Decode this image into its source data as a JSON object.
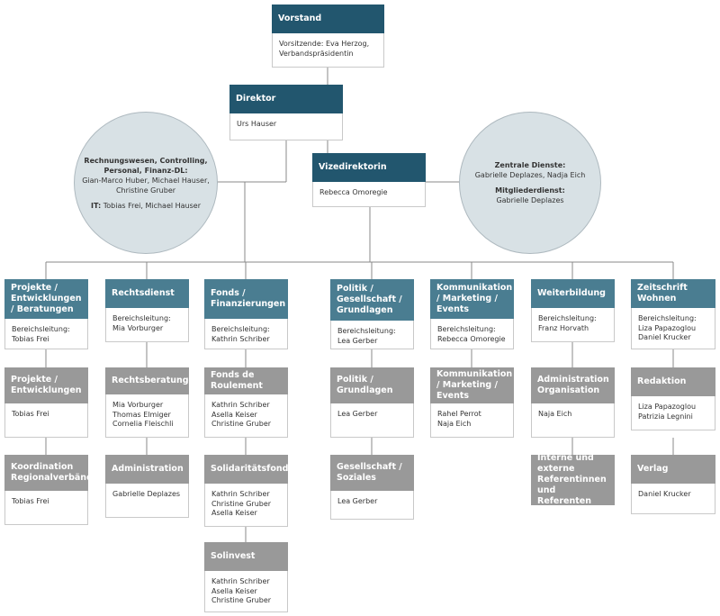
{
  "vorstand": {
    "title": "Vorstand",
    "lines": [
      "Vorsitzende: Eva Herzog,",
      "Verbandspräsidentin"
    ]
  },
  "direktor": {
    "title": "Direktor",
    "lines": [
      "Urs Hauser"
    ]
  },
  "vizedirektorin": {
    "title": "Vizedirektorin",
    "lines": [
      "Rebecca Omoregie"
    ]
  },
  "circle_left": {
    "heading": [
      "Rechnungswesen, Controlling,",
      "Personal, Finanz-DL:"
    ],
    "names": [
      "Gian-Marco Huber, Michael Hauser,",
      "Christine Gruber"
    ],
    "it_label": "IT:",
    "it_names": " Tobias Frei, Michael Hauser"
  },
  "circle_right": {
    "heading1": "Zentrale Dienste:",
    "names1": "Gabrielle Deplazes, Nadja Eich",
    "heading2": "Mitgliederdienst:",
    "names2": "Gabrielle Deplazes"
  },
  "columns": {
    "projekte": {
      "head": {
        "title": "Projekte / Entwicklungen / Beratungen",
        "lines": [
          "Bereichsleitung:",
          "Tobias Frei"
        ]
      },
      "subs": [
        {
          "title": "Projekte / Entwicklungen",
          "lines": [
            "Tobias Frei"
          ]
        },
        {
          "title": "Koordination Regionalverbände",
          "lines": [
            "Tobias Frei"
          ]
        }
      ]
    },
    "rechtsdienst": {
      "head": {
        "title": "Rechtsdienst",
        "lines": [
          "Bereichsleitung:",
          "Mia Vorburger"
        ]
      },
      "subs": [
        {
          "title": "Rechtsberatungen",
          "lines": [
            "Mia Vorburger",
            "Thomas Elmiger",
            "Cornelia Fleischli"
          ]
        },
        {
          "title": "Administration",
          "lines": [
            "Gabrielle Deplazes"
          ]
        }
      ]
    },
    "fonds": {
      "head": {
        "title": "Fonds / Finanzierungen",
        "lines": [
          "Bereichsleitung:",
          "Kathrin Schriber"
        ]
      },
      "subs": [
        {
          "title": "Fonds de Roulement",
          "lines": [
            "Kathrin Schriber",
            "Asella Keiser",
            "Christine Gruber"
          ]
        },
        {
          "title": "Solidaritätsfonds",
          "lines": [
            "Kathrin Schriber",
            "Christine Gruber",
            "Asella Keiser"
          ]
        },
        {
          "title": "Solinvest",
          "lines": [
            "Kathrin Schriber",
            "Asella Keiser",
            "Christine Gruber"
          ]
        }
      ]
    },
    "politik": {
      "head": {
        "title": "Politik / Gesellschaft / Grundlagen",
        "lines": [
          "Bereichsleitung:",
          "Lea Gerber"
        ]
      },
      "subs": [
        {
          "title": "Politik / Grundlagen",
          "lines": [
            "Lea Gerber"
          ]
        },
        {
          "title": "Gesellschaft / Soziales",
          "lines": [
            "Lea Gerber"
          ]
        }
      ]
    },
    "kommunikation": {
      "head": {
        "title": "Kommunikation / Marketing / Events",
        "lines": [
          "Bereichsleitung:",
          "Rebecca Omoregie"
        ]
      },
      "subs": [
        {
          "title": "Kommunikation / Marketing / Events",
          "lines": [
            "Rahel Perrot",
            "Naja Eich"
          ]
        }
      ]
    },
    "weiterbildung": {
      "head": {
        "title": "Weiterbildung",
        "lines": [
          "Bereichsleitung:",
          "Franz Horvath"
        ]
      },
      "subs": [
        {
          "title": "Administration Organisation",
          "lines": [
            "Naja Eich"
          ]
        },
        {
          "title": "Interne und externe Referentinnen und Referenten",
          "lines": []
        }
      ]
    },
    "zeitschrift": {
      "head": {
        "title": "Zeitschrift Wohnen",
        "lines": [
          "Bereichsleitung:",
          "Liza Papazoglou",
          "Daniel Krucker"
        ]
      },
      "subs": [
        {
          "title": "Redaktion",
          "lines": [
            "Liza Papazoglou",
            "Patrizia Legnini"
          ]
        },
        {
          "title": "Verlag",
          "lines": [
            "Daniel Krucker"
          ]
        }
      ]
    }
  },
  "colors": {
    "dark": "#22566e",
    "mid": "#4a7d91",
    "gray": "#999999",
    "circle": "#d8e1e5",
    "line": "#888888"
  }
}
